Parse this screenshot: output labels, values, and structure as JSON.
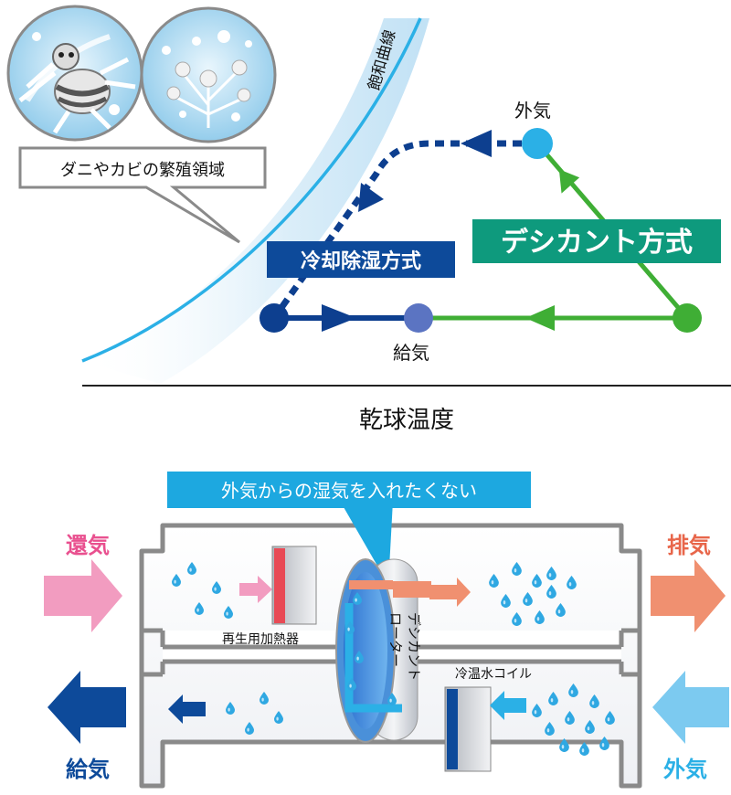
{
  "chart": {
    "saturation_curve_label": "飽和曲線",
    "mold_mite_caption": "ダニやカビの繁殖領域",
    "outdoor_air_label": "外気",
    "supply_air_label": "給気",
    "cooling_method_label": "冷却除湿方式",
    "desiccant_method_label": "デシカント方式",
    "x_axis_label": "乾球温度"
  },
  "device": {
    "callout_text": "外気からの湿気を入れたくない",
    "return_air_label": "還気",
    "exhaust_air_label": "排気",
    "supply_air_label": "給気",
    "outdoor_air_label": "外気",
    "heater_label": "再生用加熱器",
    "rotor_label_line1": "デシカント",
    "rotor_label_line2": "ローター",
    "coil_label": "冷温水コイル"
  },
  "colors": {
    "saturation_curve": "#2bb0e6",
    "cooling_path": "#0d3f8f",
    "desiccant_path": "#3fae35",
    "desiccant_label_bg": "#0e9a7d",
    "callout_bg": "#1da8e0",
    "return_air": "#f29cc0",
    "exhaust_air": "#f09070",
    "supply_air": "#0d4a9a",
    "outdoor_air": "#7ccaf0"
  }
}
